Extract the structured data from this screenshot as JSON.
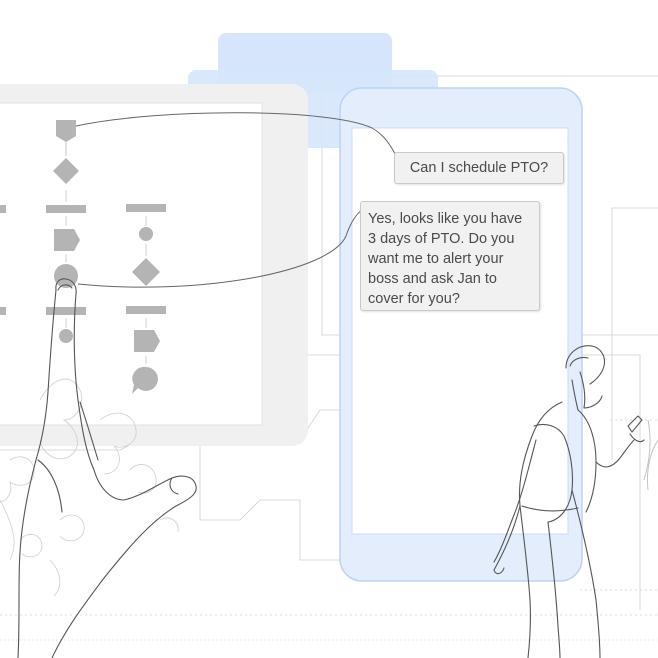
{
  "chat": {
    "user_question": "Can I schedule PTO?",
    "assistant_answer": "Yes, looks like you have 3 days of PTO. Do you want me to alert your boss and ask Jan to cover for you?"
  },
  "colors": {
    "phone_fill": "#e3edfc",
    "phone_stroke": "#bcd3f7",
    "accent_block": "#d6e5fb",
    "monitor_gray": "#f0f0f0",
    "flow_shape": "#b4b4b4",
    "sketch_line": "#555555",
    "bubble_fill": "#f1f1f1"
  },
  "icons": {
    "flowchart": "flowchart-diagram-icon",
    "hand": "pointing-hand-illustration",
    "person": "person-with-phone-illustration"
  }
}
